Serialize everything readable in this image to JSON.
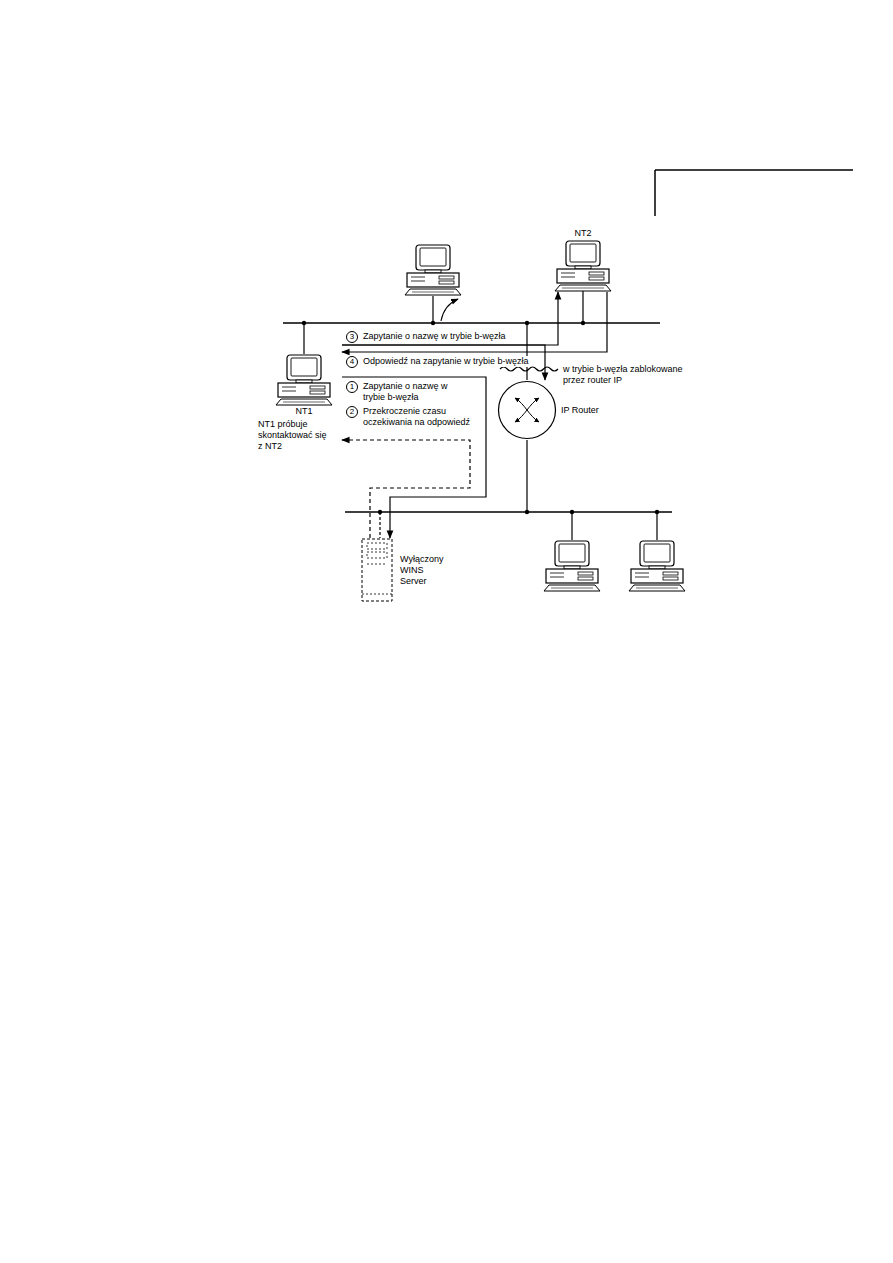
{
  "diagram": {
    "nodes": [
      {
        "text": [
          "NT2"
        ]
      },
      {
        "text": [
          "NT1",
          "NT1 próbuje skontaktować się z NT2"
        ]
      },
      {
        "text": [
          "IP Router"
        ]
      },
      {
        "text": [
          "Wyłączony WINS Server"
        ]
      }
    ],
    "edges": [
      {
        "from": 1,
        "to": 0,
        "label": "Zapytanie o nazwę w trybie b-węzła",
        "arrow": "to"
      },
      {
        "from": 0,
        "to": 1,
        "label": "Odpowiedź na zapytanie w trybie b-węzła",
        "arrow": "to"
      },
      {
        "from": 1,
        "to": 2,
        "arrow": "to"
      },
      {
        "from": 1,
        "to": 3,
        "label": "Zapytanie o nazwę w trybie b-węzła",
        "arrow": "to"
      },
      {
        "from": 3,
        "to": 1,
        "label": "Przekroczenie czasu oczekiwania na odpowiedź",
        "arrow": "to"
      }
    ],
    "labels": [
      "3",
      "4",
      "1",
      "w trybie b-węzła zablokowane przez router IP",
      "2"
    ]
  }
}
